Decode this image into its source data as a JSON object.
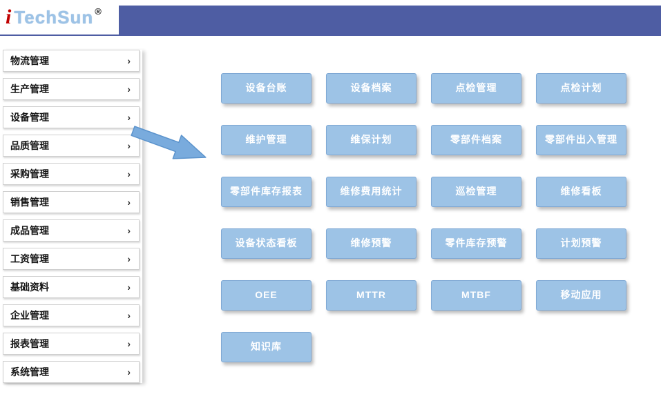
{
  "header": {
    "logo": {
      "i": "i",
      "name": "TechSun",
      "reg": "®"
    },
    "bar_color": "#4e5da3"
  },
  "sidebar": {
    "chevron": "›",
    "items": [
      {
        "label": "物流管理"
      },
      {
        "label": "生产管理"
      },
      {
        "label": "设备管理"
      },
      {
        "label": "品质管理"
      },
      {
        "label": "采购管理"
      },
      {
        "label": "销售管理"
      },
      {
        "label": "成品管理"
      },
      {
        "label": "工资管理"
      },
      {
        "label": "基础资料"
      },
      {
        "label": "企业管理"
      },
      {
        "label": "报表管理"
      },
      {
        "label": "系统管理"
      }
    ]
  },
  "main": {
    "tile_color": "#9dc3e6",
    "buttons": [
      "设备台账",
      "设备档案",
      "点检管理",
      "点检计划",
      "维护管理",
      "维保计划",
      "零部件档案",
      "零部件出入管理",
      "零部件库存报表",
      "维修费用统计",
      "巡检管理",
      "维修看板",
      "设备状态看板",
      "维修预警",
      "零件库存预警",
      "计划预警",
      "OEE",
      "MTTR",
      "MTBF",
      "移动应用",
      "知识库"
    ]
  }
}
